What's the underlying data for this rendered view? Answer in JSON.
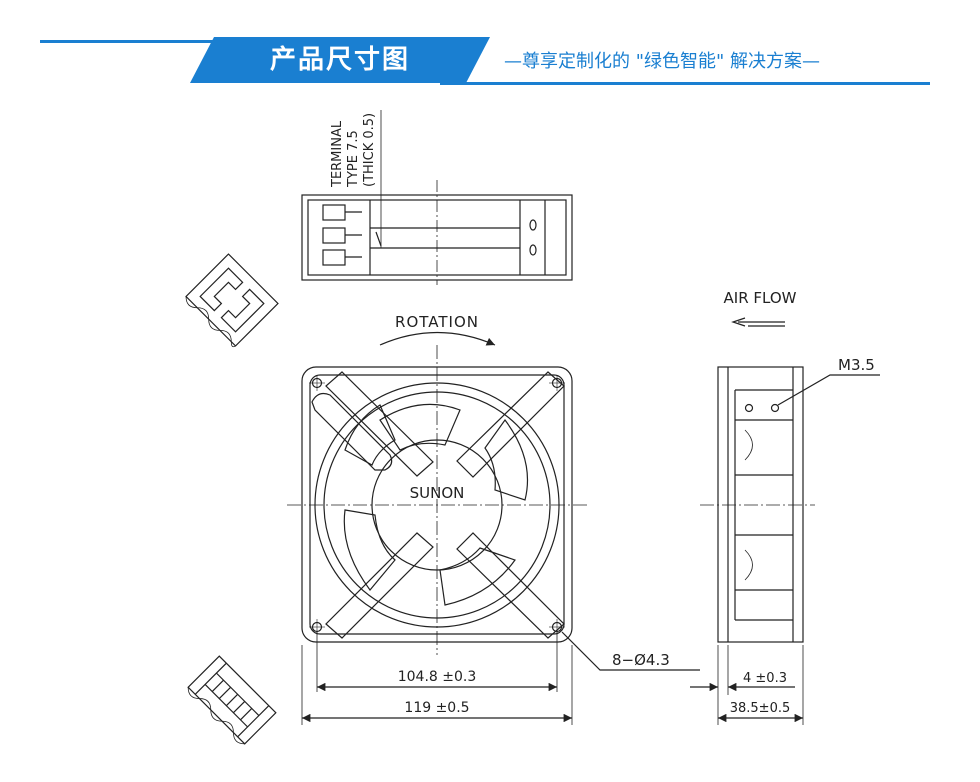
{
  "header": {
    "title": "产品尺寸图",
    "subtitle": "—尊享定制化的 \"绿色智能\" 解决方案—"
  },
  "drawing": {
    "terminal_note": [
      "TERMINAL",
      "TYPE 7.5",
      "(THICK 0.5)"
    ],
    "rotation_label": "ROTATION",
    "airflow_label": "AIR FLOW",
    "brand_label": "SUNON",
    "screw_label": "M3.5",
    "hole_label": "8−Ø4.3",
    "dim_inner": "104.8 ±0.3",
    "dim_outer": "119 ±0.5",
    "dim_rib": "4 ±0.3",
    "dim_depth": "38.5±0.5"
  },
  "colors": {
    "accent": "#1a7fd1",
    "ink": "#222222"
  }
}
